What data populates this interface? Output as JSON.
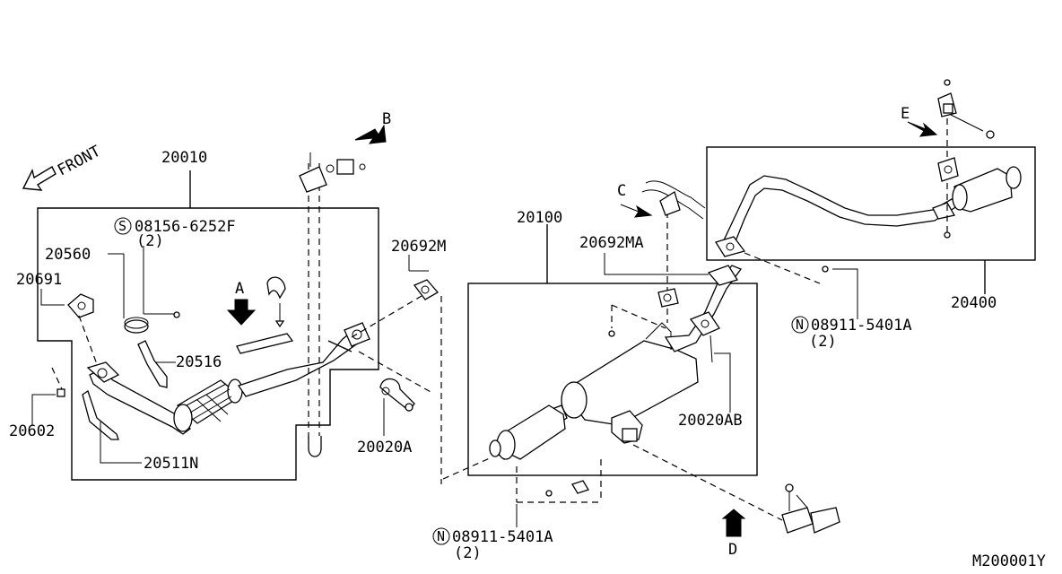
{
  "front_label": "FRONT",
  "view_letters": {
    "a": "A",
    "b": "B",
    "c": "C",
    "d": "D",
    "e": "E"
  },
  "parts": {
    "p20010": "20010",
    "p08156": "08156-6252F",
    "p08156_qty": "(2)",
    "p20560": "20560",
    "p20691": "20691",
    "p20516": "20516",
    "p20602": "20602",
    "p20511n": "20511N",
    "p20692m": "20692M",
    "p20020a": "20020A",
    "p20100": "20100",
    "p20692ma": "20692MA",
    "p20020ab": "20020AB",
    "p08911_upper": "08911-5401A",
    "p08911_upper_qty": "(2)",
    "p08911_lower": "08911-5401A",
    "p08911_lower_qty": "(2)",
    "p20400": "20400"
  },
  "circle_prefix_s": "S",
  "circle_prefix_n": "N",
  "diagram_code": "M200001Y"
}
